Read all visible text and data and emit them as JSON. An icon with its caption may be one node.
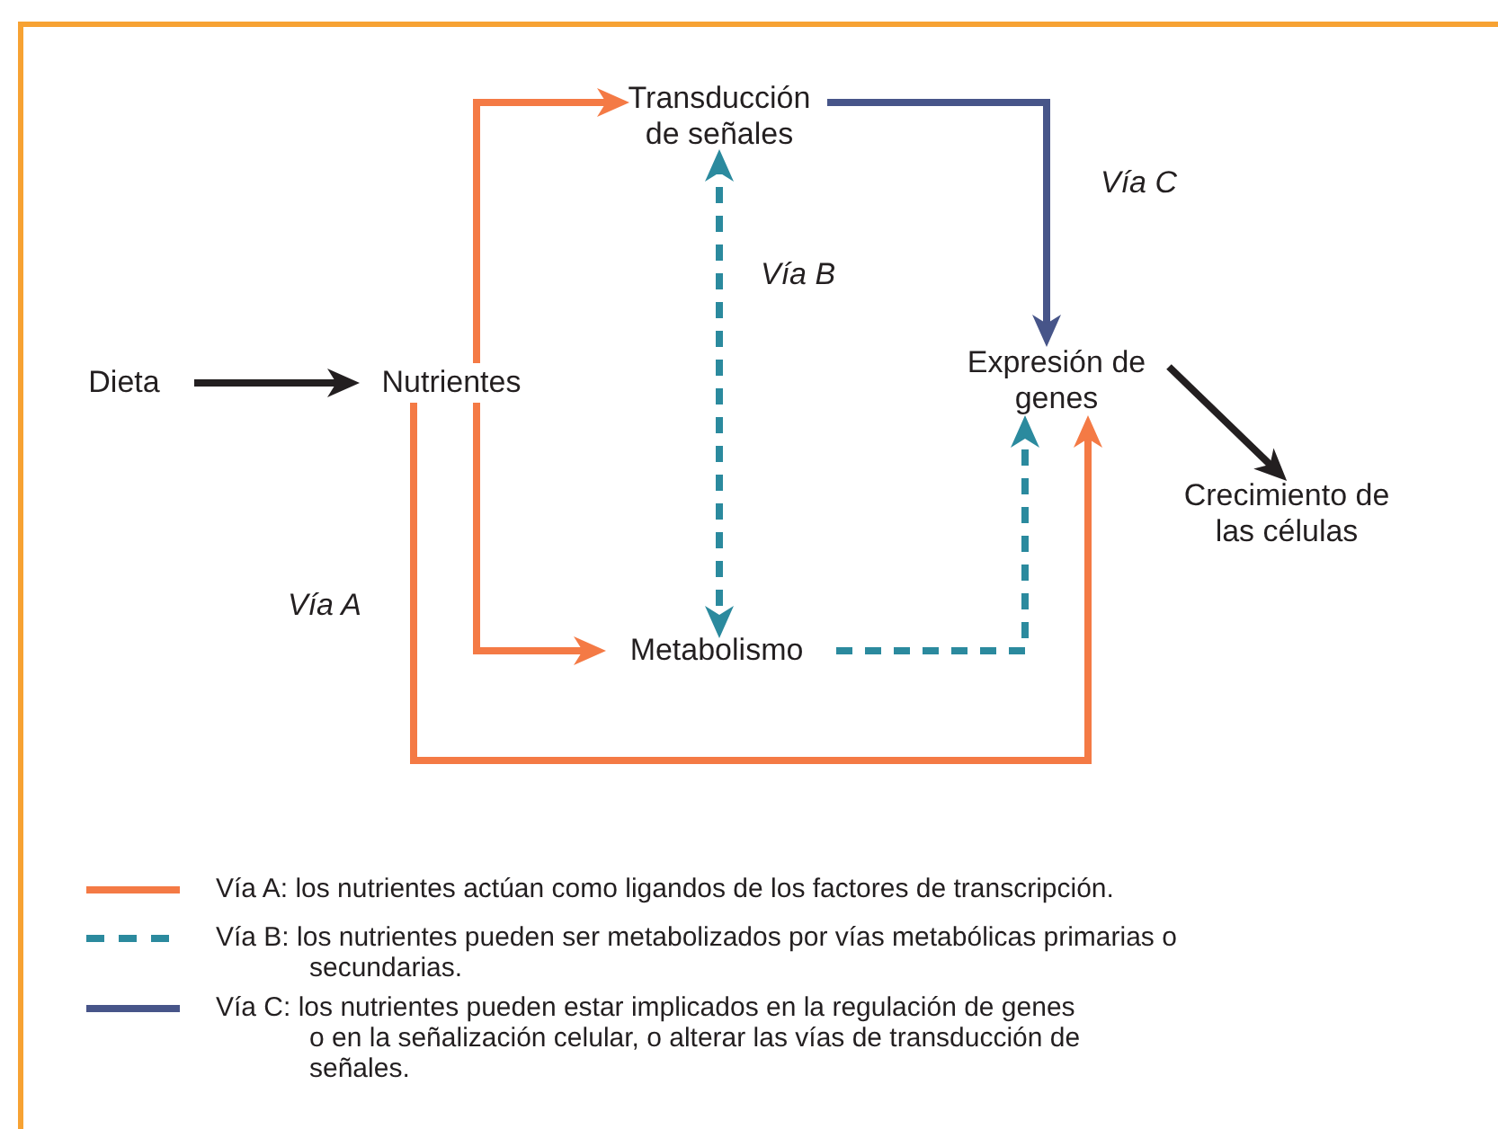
{
  "diagram": {
    "nodes": [
      {
        "text": [
          "Dieta"
        ]
      },
      {
        "text": [
          "Nutrientes"
        ]
      },
      {
        "text": [
          "Transducción de señales"
        ]
      },
      {
        "text": [
          "Metabolismo"
        ]
      },
      {
        "text": [
          "Expresión de genes"
        ]
      },
      {
        "text": [
          "Crecimiento de las células"
        ]
      }
    ],
    "edges": [
      {
        "from": 0,
        "to": 1,
        "arrow": "to",
        "color": "#231f20"
      },
      {
        "from": 1,
        "to": 2,
        "arrow": "to"
      },
      {
        "from": 1,
        "to": 3,
        "arrow": "to"
      },
      {
        "from": 1,
        "to": 4,
        "arrow": "to"
      },
      {
        "from": 2,
        "to": 3,
        "arrow": "both",
        "style": "dashed",
        "color": "#2b8a9e"
      },
      {
        "from": 3,
        "to": 4,
        "arrow": "to",
        "style": "dashed",
        "color": "#2b8a9e"
      },
      {
        "from": 2,
        "to": 4,
        "arrow": "to",
        "color": "#475589"
      },
      {
        "from": 4,
        "to": 5,
        "arrow": "to",
        "color": "#231f20"
      }
    ],
    "labels": [
      "Vía C",
      "Vía B",
      "Vía A"
    ],
    "legend": [
      {
        "text": "Vía A: los nutrientes actúan como ligandos de los factores de transcripción."
      },
      {
        "text": "Vía B: los nutrientes pueden ser metabolizados por vías metabólicas primarias o secundarias."
      },
      {
        "text": "Vía C: los nutrientes pueden estar implicados en la regulación de genes o en la señalización celular, o alterar las vías de transducción de señales."
      }
    ]
  }
}
